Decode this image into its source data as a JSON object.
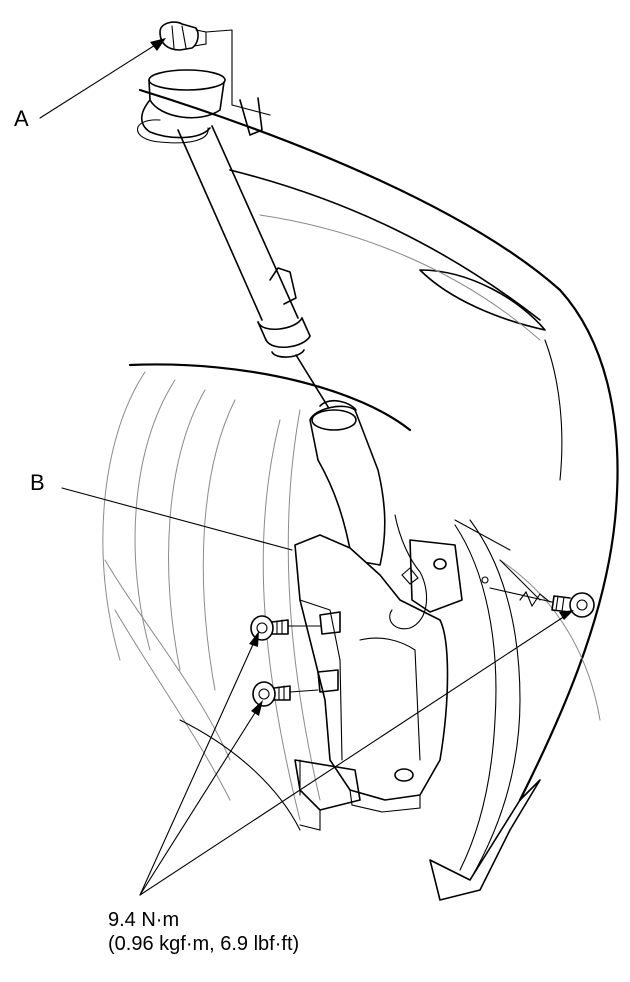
{
  "callouts": {
    "a": "A",
    "b": "B"
  },
  "torque": {
    "line1": "9.4 N·m",
    "line2": "(0.96 kgf·m, 6.9 lbf·ft)"
  }
}
